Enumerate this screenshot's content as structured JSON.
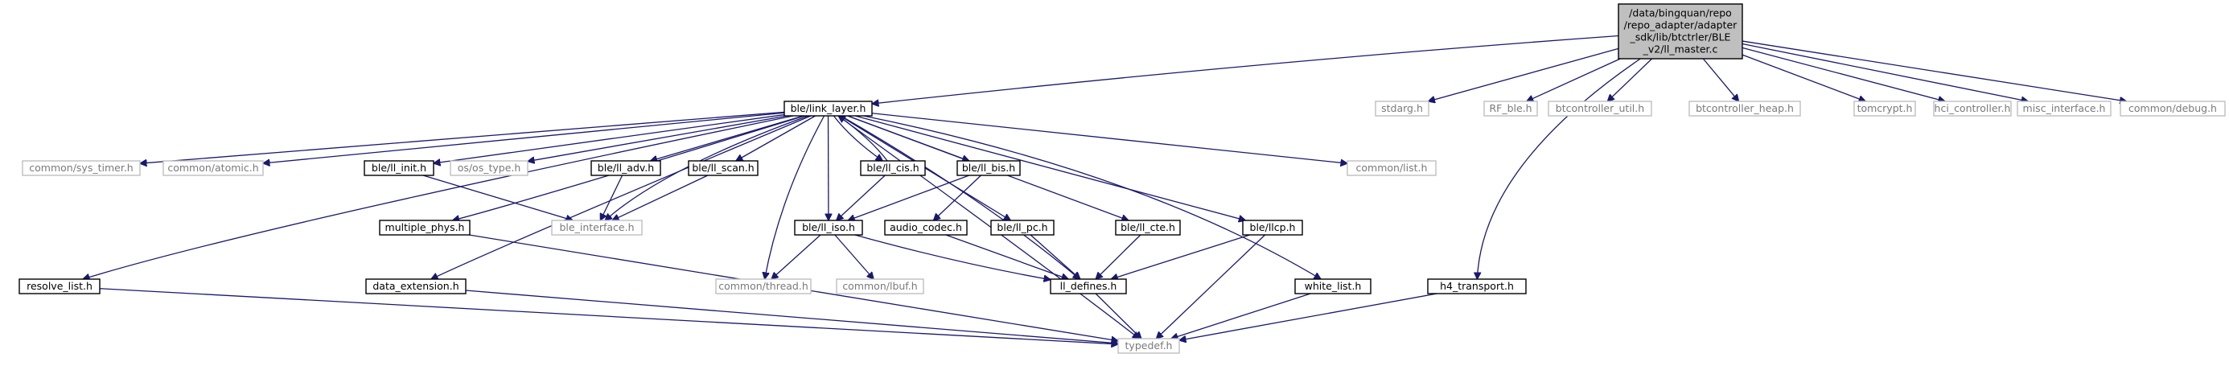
{
  "graph": {
    "colors": {
      "edge": "#191970",
      "root_fill": "#bfbfbf",
      "root_border": "#000000",
      "node_border": "#000000",
      "external_border": "#bfbfbf",
      "node_fill": "#ffffff"
    },
    "nodes": [
      {
        "id": "root",
        "lines": [
          "/data/bingquan/repo",
          "/repo_adapter/adapter",
          "_sdk/lib/btctrler/BLE",
          "_v2/ll_master.c"
        ],
        "kind": "root"
      },
      {
        "id": "link_layer",
        "lines": [
          "ble/link_layer.h"
        ],
        "kind": "internal"
      },
      {
        "id": "stdarg",
        "lines": [
          "stdarg.h"
        ],
        "kind": "external"
      },
      {
        "id": "rf_ble",
        "lines": [
          "RF_ble.h"
        ],
        "kind": "external"
      },
      {
        "id": "btctrl_util",
        "lines": [
          "btcontroller_util.h"
        ],
        "kind": "external"
      },
      {
        "id": "btctrl_heap",
        "lines": [
          "btcontroller_heap.h"
        ],
        "kind": "external"
      },
      {
        "id": "tomcrypt",
        "lines": [
          "tomcrypt.h"
        ],
        "kind": "external"
      },
      {
        "id": "hci_ctrl",
        "lines": [
          "hci_controller.h"
        ],
        "kind": "external"
      },
      {
        "id": "misc_if",
        "lines": [
          "misc_interface.h"
        ],
        "kind": "external"
      },
      {
        "id": "debug",
        "lines": [
          "common/debug.h"
        ],
        "kind": "external"
      },
      {
        "id": "h4",
        "lines": [
          "h4_transport.h"
        ],
        "kind": "internal"
      },
      {
        "id": "sys_timer",
        "lines": [
          "common/sys_timer.h"
        ],
        "kind": "external"
      },
      {
        "id": "atomic",
        "lines": [
          "common/atomic.h"
        ],
        "kind": "external"
      },
      {
        "id": "ll_init",
        "lines": [
          "ble/ll_init.h"
        ],
        "kind": "internal"
      },
      {
        "id": "os_type",
        "lines": [
          "os/os_type.h"
        ],
        "kind": "external"
      },
      {
        "id": "ll_adv",
        "lines": [
          "ble/ll_adv.h"
        ],
        "kind": "internal"
      },
      {
        "id": "ll_scan",
        "lines": [
          "ble/ll_scan.h"
        ],
        "kind": "internal"
      },
      {
        "id": "ll_cis",
        "lines": [
          "ble/ll_cis.h"
        ],
        "kind": "internal"
      },
      {
        "id": "ll_bis",
        "lines": [
          "ble/ll_bis.h"
        ],
        "kind": "internal"
      },
      {
        "id": "common_list",
        "lines": [
          "common/list.h"
        ],
        "kind": "external"
      },
      {
        "id": "resolve_list",
        "lines": [
          "resolve_list.h"
        ],
        "kind": "internal"
      },
      {
        "id": "multiple_phys",
        "lines": [
          "multiple_phys.h"
        ],
        "kind": "internal"
      },
      {
        "id": "ble_interface",
        "lines": [
          "ble_interface.h"
        ],
        "kind": "external"
      },
      {
        "id": "data_extension",
        "lines": [
          "data_extension.h"
        ],
        "kind": "internal"
      },
      {
        "id": "ll_iso",
        "lines": [
          "ble/ll_iso.h"
        ],
        "kind": "internal"
      },
      {
        "id": "audio_codec",
        "lines": [
          "audio_codec.h"
        ],
        "kind": "internal"
      },
      {
        "id": "ll_pc",
        "lines": [
          "ble/ll_pc.h"
        ],
        "kind": "internal"
      },
      {
        "id": "ll_cte",
        "lines": [
          "ble/ll_cte.h"
        ],
        "kind": "internal"
      },
      {
        "id": "llcp",
        "lines": [
          "ble/llcp.h"
        ],
        "kind": "internal"
      },
      {
        "id": "white_list",
        "lines": [
          "white_list.h"
        ],
        "kind": "internal"
      },
      {
        "id": "common_thread",
        "lines": [
          "common/thread.h"
        ],
        "kind": "external"
      },
      {
        "id": "lbuf",
        "lines": [
          "common/lbuf.h"
        ],
        "kind": "external"
      },
      {
        "id": "ll_defines",
        "lines": [
          "ll_defines.h"
        ],
        "kind": "internal"
      },
      {
        "id": "typedef",
        "lines": [
          "typedef.h"
        ],
        "kind": "external"
      }
    ],
    "edges": [
      [
        "root",
        "link_layer"
      ],
      [
        "root",
        "stdarg"
      ],
      [
        "root",
        "rf_ble"
      ],
      [
        "root",
        "btctrl_util"
      ],
      [
        "root",
        "btctrl_heap"
      ],
      [
        "root",
        "tomcrypt"
      ],
      [
        "root",
        "hci_ctrl"
      ],
      [
        "root",
        "misc_if"
      ],
      [
        "root",
        "debug"
      ],
      [
        "root",
        "h4"
      ],
      [
        "link_layer",
        "sys_timer"
      ],
      [
        "link_layer",
        "atomic"
      ],
      [
        "link_layer",
        "ll_init"
      ],
      [
        "link_layer",
        "os_type"
      ],
      [
        "link_layer",
        "ll_adv"
      ],
      [
        "link_layer",
        "ll_scan"
      ],
      [
        "link_layer",
        "ll_cis"
      ],
      [
        "link_layer",
        "ll_bis"
      ],
      [
        "link_layer",
        "common_list"
      ],
      [
        "link_layer",
        "resolve_list"
      ],
      [
        "link_layer",
        "multiple_phys"
      ],
      [
        "link_layer",
        "ble_interface"
      ],
      [
        "link_layer",
        "data_extension"
      ],
      [
        "link_layer",
        "ll_iso"
      ],
      [
        "link_layer",
        "ll_pc"
      ],
      [
        "link_layer",
        "ll_cte"
      ],
      [
        "link_layer",
        "llcp"
      ],
      [
        "link_layer",
        "white_list"
      ],
      [
        "link_layer",
        "common_thread"
      ],
      [
        "link_layer",
        "ll_defines"
      ],
      [
        "link_layer",
        "typedef"
      ],
      [
        "ll_cis",
        "link_layer"
      ],
      [
        "ll_cis",
        "ll_iso"
      ],
      [
        "ll_init",
        "ble_interface"
      ],
      [
        "ll_adv",
        "ble_interface"
      ],
      [
        "ll_scan",
        "ble_interface"
      ],
      [
        "ll_bis",
        "ll_iso"
      ],
      [
        "ll_bis",
        "audio_codec"
      ],
      [
        "ll_iso",
        "common_thread"
      ],
      [
        "ll_iso",
        "lbuf"
      ],
      [
        "ll_iso",
        "ll_defines"
      ],
      [
        "audio_codec",
        "ll_defines"
      ],
      [
        "ll_pc",
        "ll_defines"
      ],
      [
        "ll_cte",
        "ll_defines"
      ],
      [
        "llcp",
        "ll_defines"
      ],
      [
        "llcp",
        "typedef"
      ],
      [
        "ll_defines",
        "typedef"
      ],
      [
        "resolve_list",
        "typedef"
      ],
      [
        "multiple_phys",
        "typedef"
      ],
      [
        "data_extension",
        "typedef"
      ],
      [
        "white_list",
        "typedef"
      ],
      [
        "h4",
        "typedef"
      ]
    ]
  }
}
